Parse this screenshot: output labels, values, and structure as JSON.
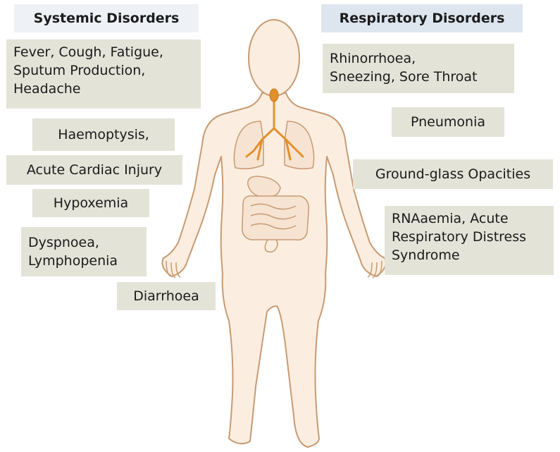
{
  "headers": {
    "systemic": "Systemic Disorders",
    "respiratory": "Respiratory Disorders"
  },
  "systemic": [
    "Fever, Cough, Fatigue,\nSputum Production,\nHeadache",
    "Haemoptysis,",
    "Acute Cardiac Injury",
    "Hypoxemia",
    "Dyspnoea,\nLymphopenia",
    "Diarrhoea"
  ],
  "respiratory": [
    "Rhinorrhoea,\nSneezing,  Sore Throat",
    "Pneumonia",
    "Ground-glass Opacities",
    "RNAaemia, Acute\nRespiratory Distress\nSyndrome"
  ],
  "colors": {
    "skin": "#fbeee0",
    "outline": "#c89a72",
    "airway": "#e2902b",
    "box": "#e3e3d8"
  }
}
